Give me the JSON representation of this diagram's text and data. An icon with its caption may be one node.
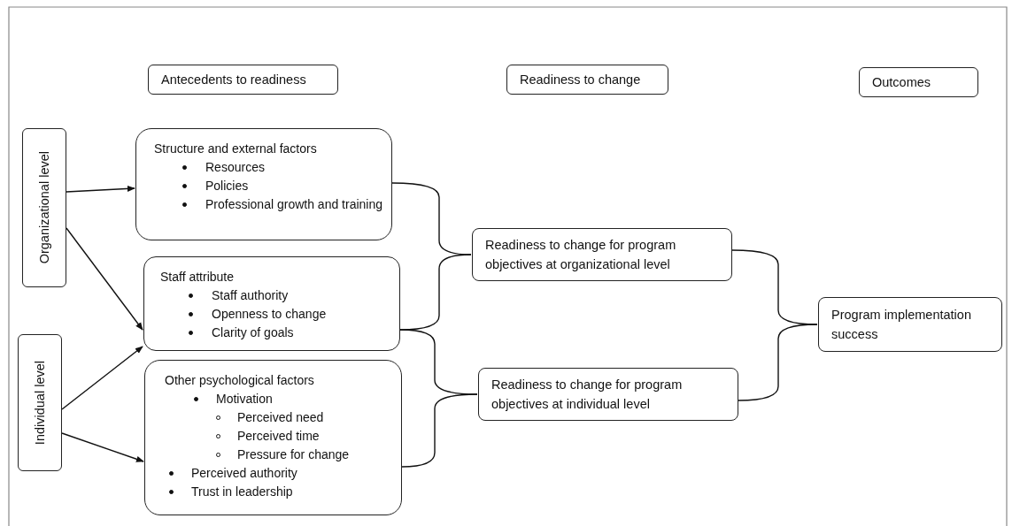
{
  "diagram": {
    "nodes": [
      {
        "text": [
          "Antecedents to readiness"
        ]
      },
      {
        "text": [
          "Readiness to change"
        ]
      },
      {
        "text": [
          "Outcomes"
        ]
      },
      {
        "text": [
          "Organizational level"
        ]
      },
      {
        "text": [
          "Individual level"
        ]
      },
      {
        "text": [
          "Structure and external factors",
          "Resources",
          "Policies",
          "Professional growth and training"
        ]
      },
      {
        "text": [
          "Staff attribute",
          "Staff authority",
          "Openness to change",
          "Clarity of goals"
        ]
      },
      {
        "text": [
          "Other psychological factors",
          "Motivation",
          "Perceived need",
          "Perceived time",
          "Pressure for change",
          "Perceived authority",
          "Trust in leadership"
        ]
      },
      {
        "text": [
          "Readiness to change for program objectives at organizational level"
        ]
      },
      {
        "text": [
          "Readiness to change for program objectives at individual level"
        ]
      },
      {
        "text": [
          "Program implementation success"
        ]
      }
    ],
    "edges": [
      {
        "from": 3,
        "to": 5,
        "arrow": "to"
      },
      {
        "from": 3,
        "to": 6,
        "arrow": "to"
      },
      {
        "from": 4,
        "to": 6,
        "arrow": "to"
      },
      {
        "from": 4,
        "to": 7,
        "arrow": "to"
      },
      {
        "from": 5,
        "to": 8,
        "arrow": "none"
      },
      {
        "from": 6,
        "to": 8,
        "arrow": "none"
      },
      {
        "from": 6,
        "to": 9,
        "arrow": "none"
      },
      {
        "from": 7,
        "to": 9,
        "arrow": "none"
      },
      {
        "from": 8,
        "to": 10,
        "arrow": "none"
      },
      {
        "from": 9,
        "to": 10,
        "arrow": "none"
      }
    ]
  }
}
